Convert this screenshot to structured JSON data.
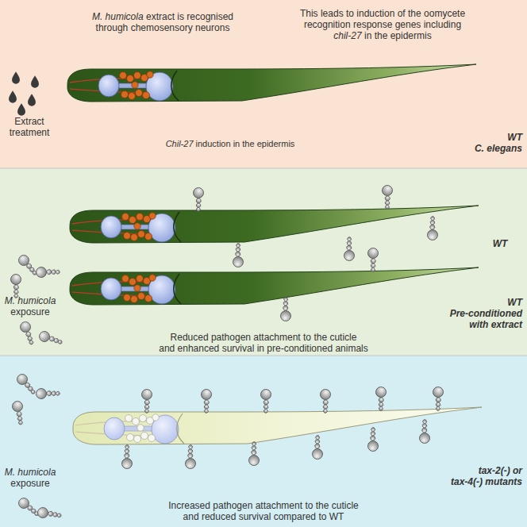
{
  "diagram": {
    "nodes": [
      {
        "text": [
          "M. humicola extract is recognised through chemosensory neurons",
          "This leads to induction of the oomycete recognition response genes including chil-27 in the epidermis",
          "Extract treatment",
          "Chil-27 induction in the epidermis",
          "WT C. elegans"
        ]
      },
      {
        "text": [
          "WT",
          "M. humicola exposure",
          "WT Pre-conditioned with extract",
          "Reduced pathogen attachment to the cuticle and enhanced survival in pre-conditioned animals"
        ]
      },
      {
        "text": [
          "M. humicola exposure",
          "tax-2(-) or tax-4(-) mutants",
          "Increased pathogen attachment to the cuticle and reduced survival compared to WT"
        ]
      }
    ]
  }
}
